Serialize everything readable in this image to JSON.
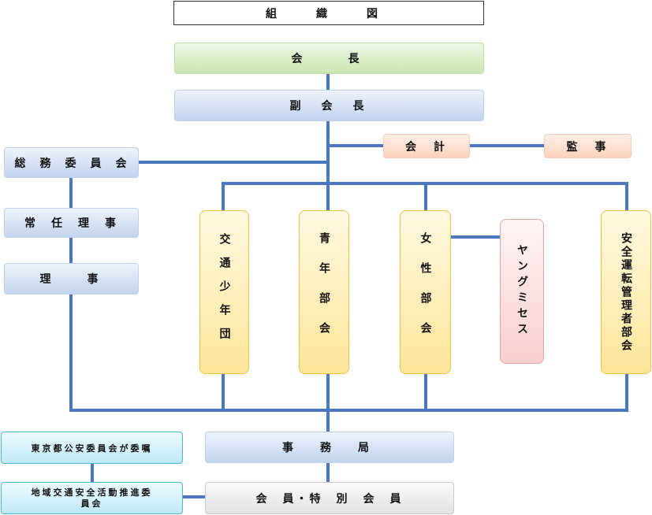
{
  "title": "組　織　図",
  "boxes": {
    "president": "会　　長",
    "vice_president": "副　会　長",
    "accountant": "会　計",
    "auditor": "監　事",
    "general_affairs": "総　務　委　員　会",
    "standing_directors": "常　任　理　事",
    "directors": "理　　事",
    "youth_traffic_corps": "交通少年団",
    "youth_division": "青年部会",
    "women_division": "女性部会",
    "young_mrs": "ヤングミセス",
    "safe_driving_managers": "安全運転管理者部会",
    "commission": "東京都公安委員会が委嘱",
    "regional_committee": "地域交通安全活動推進委員会",
    "secretariat": "事　務　局",
    "members": "会　員・特　別　会　員"
  },
  "colors": {
    "connector": "#4a78c0",
    "green": "#c9e6b1",
    "blue": "#c2d4ef",
    "orange": "#fbd2bf",
    "yellow": "#fde69a",
    "pink": "#f9cfcf",
    "cyan": "#bfe8f6",
    "gray": "#e2e2e2"
  }
}
